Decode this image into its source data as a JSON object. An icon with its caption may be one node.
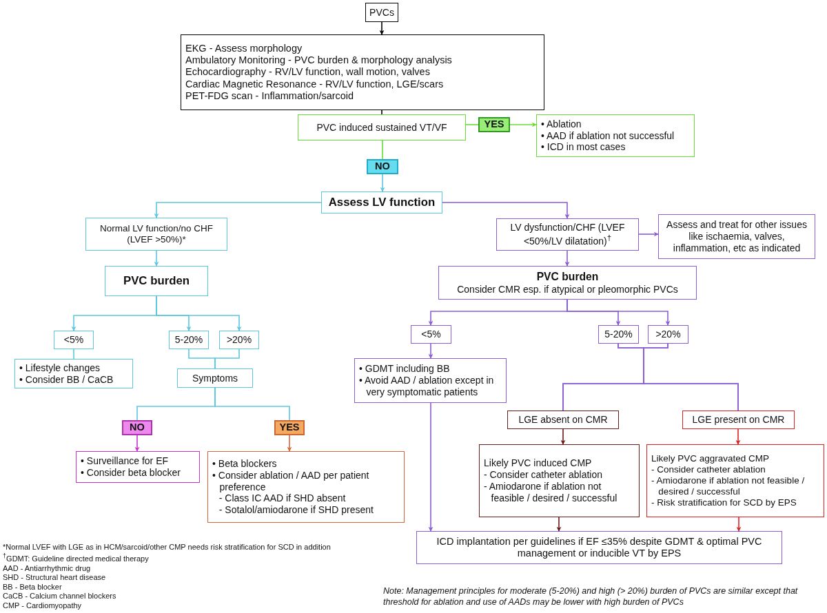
{
  "diagram": {
    "nodes": [
      {
        "text": [
          "PVCs"
        ]
      },
      {
        "text": [
          "EKG - Assess morphology",
          "Ambulatory Monitoring - PVC burden & morphology analysis",
          "Echocardiography - RV/LV function, wall motion, valves",
          "Cardiac Magnetic Resonance - RV/LV function, LGE/scars",
          "PET-FDG scan - Inflammation/sarcoid"
        ]
      },
      {
        "text": [
          "PVC induced sustained VT/VF"
        ]
      },
      {
        "text": [
          "YES"
        ]
      },
      {
        "text": [
          "• Ablation",
          "• AAD if ablation not successful",
          "• ICD in most cases"
        ]
      },
      {
        "text": [
          "NO"
        ]
      },
      {
        "text": [
          "Assess LV function"
        ]
      },
      {
        "text": [
          "Normal LV function/no CHF (LVEF >50%)*"
        ]
      },
      {
        "text": [
          "PVC burden"
        ]
      },
      {
        "text": [
          "<5%"
        ]
      },
      {
        "text": [
          "5-20%"
        ]
      },
      {
        "text": [
          ">20%"
        ]
      },
      {
        "text": [
          "• Lifestyle changes",
          "• Consider BB / CaCB"
        ]
      },
      {
        "text": [
          "Symptoms"
        ]
      },
      {
        "text": [
          "NO"
        ]
      },
      {
        "text": [
          "YES"
        ]
      },
      {
        "text": [
          "• Surveillance for EF",
          "• Consider beta blocker"
        ]
      },
      {
        "text": [
          "• Beta blockers",
          "• Consider ablation / AAD per patient preference",
          "- Class IC AAD if SHD absent",
          "- Sotalol/amiodarone if SHD present"
        ]
      },
      {
        "text": [
          "LV dysfunction/CHF (LVEF <50%/LV dilatation)$^{†}$"
        ]
      },
      {
        "text": [
          "Assess and treat for other issues like ischaemia, valves, inflammation, etc as indicated"
        ]
      },
      {
        "text": [
          "PVC burden",
          "Consider CMR esp. if atypical or pleomorphic PVCs"
        ]
      },
      {
        "text": [
          "<5%"
        ]
      },
      {
        "text": [
          "5-20%"
        ]
      },
      {
        "text": [
          ">20%"
        ]
      },
      {
        "text": [
          "• GDMT including BB",
          "• Avoid AAD / ablation except in very symptomatic patients"
        ]
      },
      {
        "text": [
          "LGE absent on CMR"
        ]
      },
      {
        "text": [
          "LGE present on CMR"
        ]
      },
      {
        "text": [
          "Likely PVC induced CMP",
          "- Consider catheter ablation",
          "- Amiodarone if ablation not feasible / desired / successful"
        ]
      },
      {
        "text": [
          "Likely PVC aggravated CMP",
          "- Consider catheter ablation",
          "- Amiodarone if ablation not feasible / desired / successful",
          "- Risk stratification for SCD by EPS"
        ]
      },
      {
        "text": [
          "ICD implantation per guidelines if EF ≤35% despite GDMT & optimal PVC management or inducible VT by EPS"
        ]
      }
    ],
    "edges": [
      {
        "from": 0,
        "to": 1,
        "arrow": "to",
        "color": "#000000"
      },
      {
        "from": 1,
        "to": 2,
        "arrow": "none",
        "color": "#000000"
      },
      {
        "from": 2,
        "to": 3,
        "arrow": "none",
        "color": "#66dd33"
      },
      {
        "from": 3,
        "to": 4,
        "arrow": "to",
        "color": "#66dd33"
      },
      {
        "from": 2,
        "to": 5,
        "arrow": "none",
        "color": "#66dd33"
      },
      {
        "from": 5,
        "to": 6,
        "arrow": "to",
        "color": "#5bc8e0"
      },
      {
        "from": 6,
        "to": 7,
        "arrow": "to",
        "color": "#5bc8e0"
      },
      {
        "from": 6,
        "to": 18,
        "arrow": "to"
      },
      {
        "from": 7,
        "to": 8,
        "arrow": "to",
        "color": "#5bc8e0"
      },
      {
        "from": 8,
        "to": 9,
        "arrow": "to",
        "color": "#5bc8e0"
      },
      {
        "from": 8,
        "to": 10,
        "arrow": "to",
        "color": "#5bc8e0"
      },
      {
        "from": 8,
        "to": 11,
        "arrow": "to",
        "color": "#5bc8e0"
      },
      {
        "from": 9,
        "to": 12,
        "arrow": "none",
        "color": "#5bc8e0"
      },
      {
        "from": 10,
        "to": 13,
        "arrow": "none",
        "color": "#5bc8e0"
      },
      {
        "from": 11,
        "to": 13,
        "arrow": "none",
        "color": "#5bc8e0"
      },
      {
        "from": 13,
        "to": 14,
        "arrow": "none",
        "color": "#5bc8e0"
      },
      {
        "from": 13,
        "to": 15,
        "arrow": "none",
        "color": "#5bc8e0"
      },
      {
        "from": 14,
        "to": 16,
        "arrow": "to",
        "color": "#cc33cc"
      },
      {
        "from": 15,
        "to": 17,
        "arrow": "to",
        "color": "#d8663a"
      },
      {
        "from": 18,
        "to": 19,
        "arrow": "to"
      },
      {
        "from": 18,
        "to": 20,
        "arrow": "to"
      },
      {
        "from": 20,
        "to": 21,
        "arrow": "to"
      },
      {
        "from": 20,
        "to": 22,
        "arrow": "to"
      },
      {
        "from": 20,
        "to": 23,
        "arrow": "to"
      },
      {
        "from": 21,
        "to": 24,
        "arrow": "to"
      },
      {
        "from": 22,
        "to": 25,
        "arrow": "none"
      },
      {
        "from": 22,
        "to": 26,
        "arrow": "none"
      },
      {
        "from": 23,
        "to": 25,
        "arrow": "none"
      },
      {
        "from": 23,
        "to": 26,
        "arrow": "none"
      },
      {
        "from": 25,
        "to": 27,
        "arrow": "to",
        "color": "#6b1a1a"
      },
      {
        "from": 26,
        "to": 28,
        "arrow": "to",
        "color": "#e02020"
      },
      {
        "from": 24,
        "to": 29,
        "arrow": "to"
      },
      {
        "from": 27,
        "to": 29,
        "arrow": "to",
        "color": "#6b1a1a"
      },
      {
        "from": 28,
        "to": 29,
        "arrow": "to",
        "color": "#e02020"
      }
    ],
    "labels": [
      "*Normal LVEF with LGE as in HCM/sarcoid/other CMP needs risk stratification for SCD in addition",
      "$^{†}$GDMT: Guideline directed medical therapy",
      "AAD - Antiarrhythmic drug",
      "SHD - Structural heart disease",
      "BB - Beta blocker",
      "CaCB - Calcium channel blockers",
      "CMP - Cardiomyopathy",
      "Note: Management principles for moderate (5-20%) and high (> 20%) burden of PVCs are similar except that threshold for ablation and use of AADs may be lower with high burden of PVCs"
    ]
  }
}
